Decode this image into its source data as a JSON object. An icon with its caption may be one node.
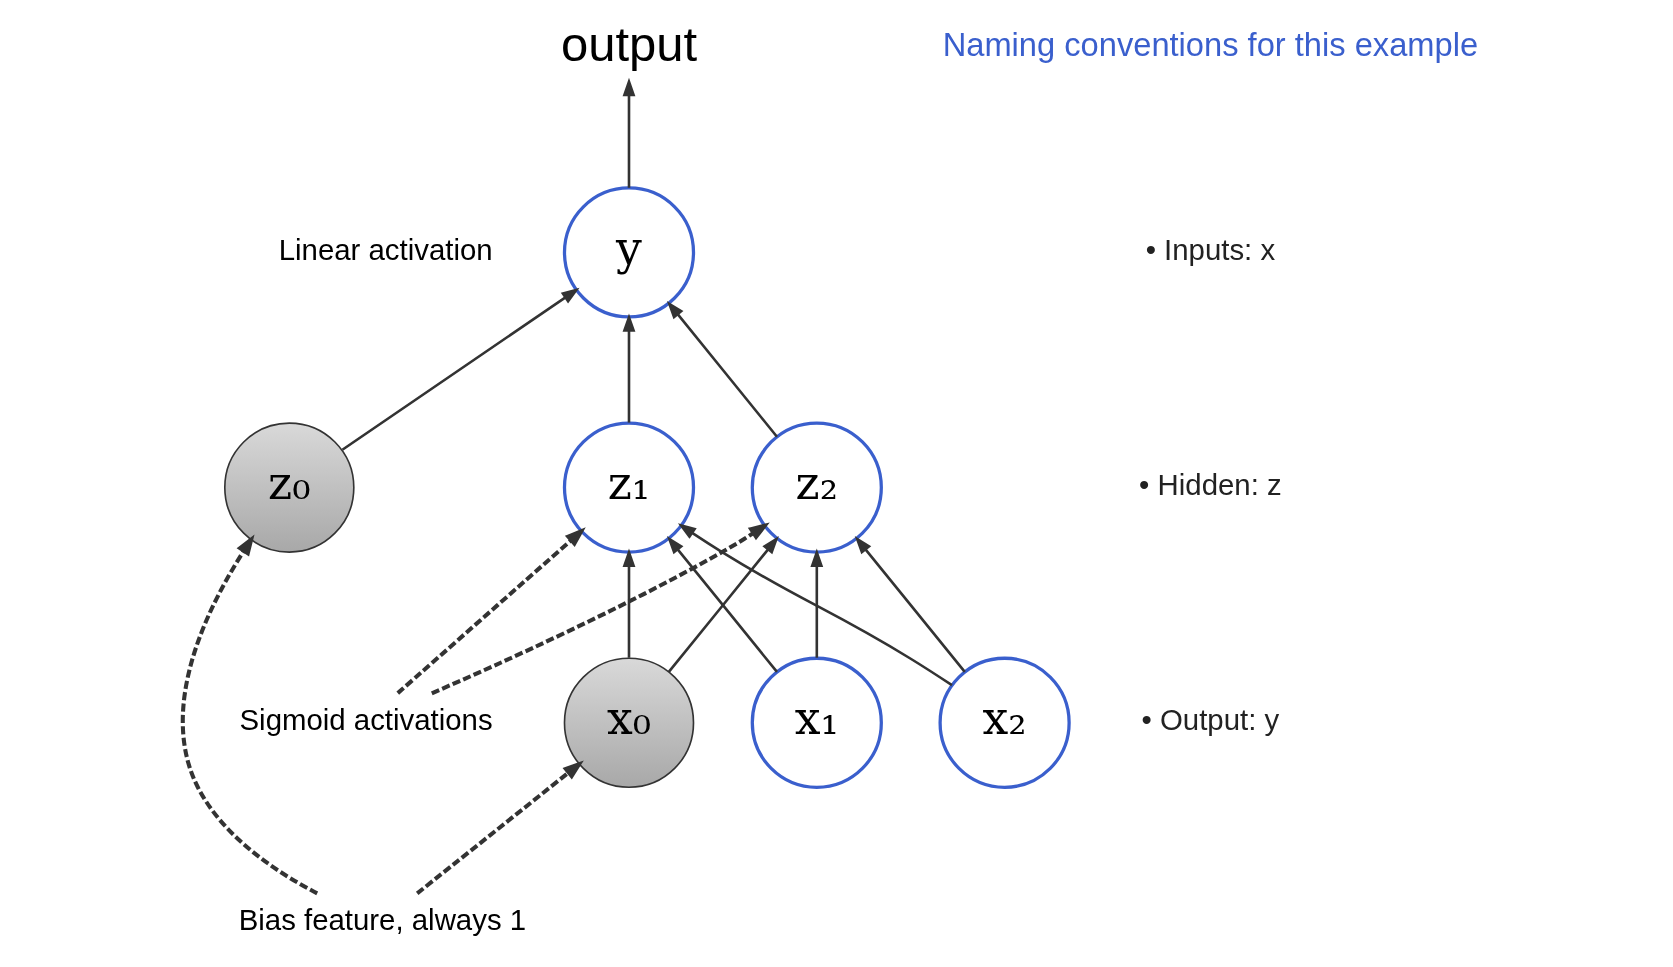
{
  "diagram": {
    "nodes": [
      {
        "text": [
          "output"
        ]
      },
      {
        "text": [
          "y"
        ],
        "beside": [
          "Linear activation"
        ]
      },
      {
        "text": [
          "Sigmoid activations"
        ]
      },
      {
        "text": [
          "z₀"
        ]
      },
      {
        "text": [
          "z₁"
        ]
      },
      {
        "text": [
          "z₂"
        ]
      },
      {
        "text": [
          "Bias feature, always 1"
        ]
      },
      {
        "text": [
          "x₀"
        ]
      },
      {
        "text": [
          "x₁"
        ]
      },
      {
        "text": [
          "x₂"
        ]
      }
    ],
    "edges": [
      {
        "from": 1,
        "to": 0,
        "arrow": "to"
      },
      {
        "from": 3,
        "to": 1,
        "arrow": "to"
      },
      {
        "from": 4,
        "to": 1,
        "arrow": "to"
      },
      {
        "from": 5,
        "to": 1,
        "arrow": "to"
      },
      {
        "from": 2,
        "to": 4,
        "arrow": "to",
        "style": "dashed"
      },
      {
        "from": 2,
        "to": 5,
        "arrow": "to",
        "style": "dashed"
      },
      {
        "from": 7,
        "to": 4,
        "arrow": "to"
      },
      {
        "from": 7,
        "to": 5,
        "arrow": "to"
      },
      {
        "from": 8,
        "to": 4,
        "arrow": "to"
      },
      {
        "from": 8,
        "to": 5,
        "arrow": "to"
      },
      {
        "from": 9,
        "to": 4,
        "arrow": "to"
      },
      {
        "from": 9,
        "to": 5,
        "arrow": "to"
      },
      {
        "from": 6,
        "to": 3,
        "arrow": "to",
        "style": "dashed"
      },
      {
        "from": 6,
        "to": 7,
        "arrow": "to",
        "style": "dashed"
      }
    ],
    "labels": [
      "Naming conventions for this example",
      "• Inputs: x",
      "• Hidden: z",
      "• Output: y"
    ]
  }
}
